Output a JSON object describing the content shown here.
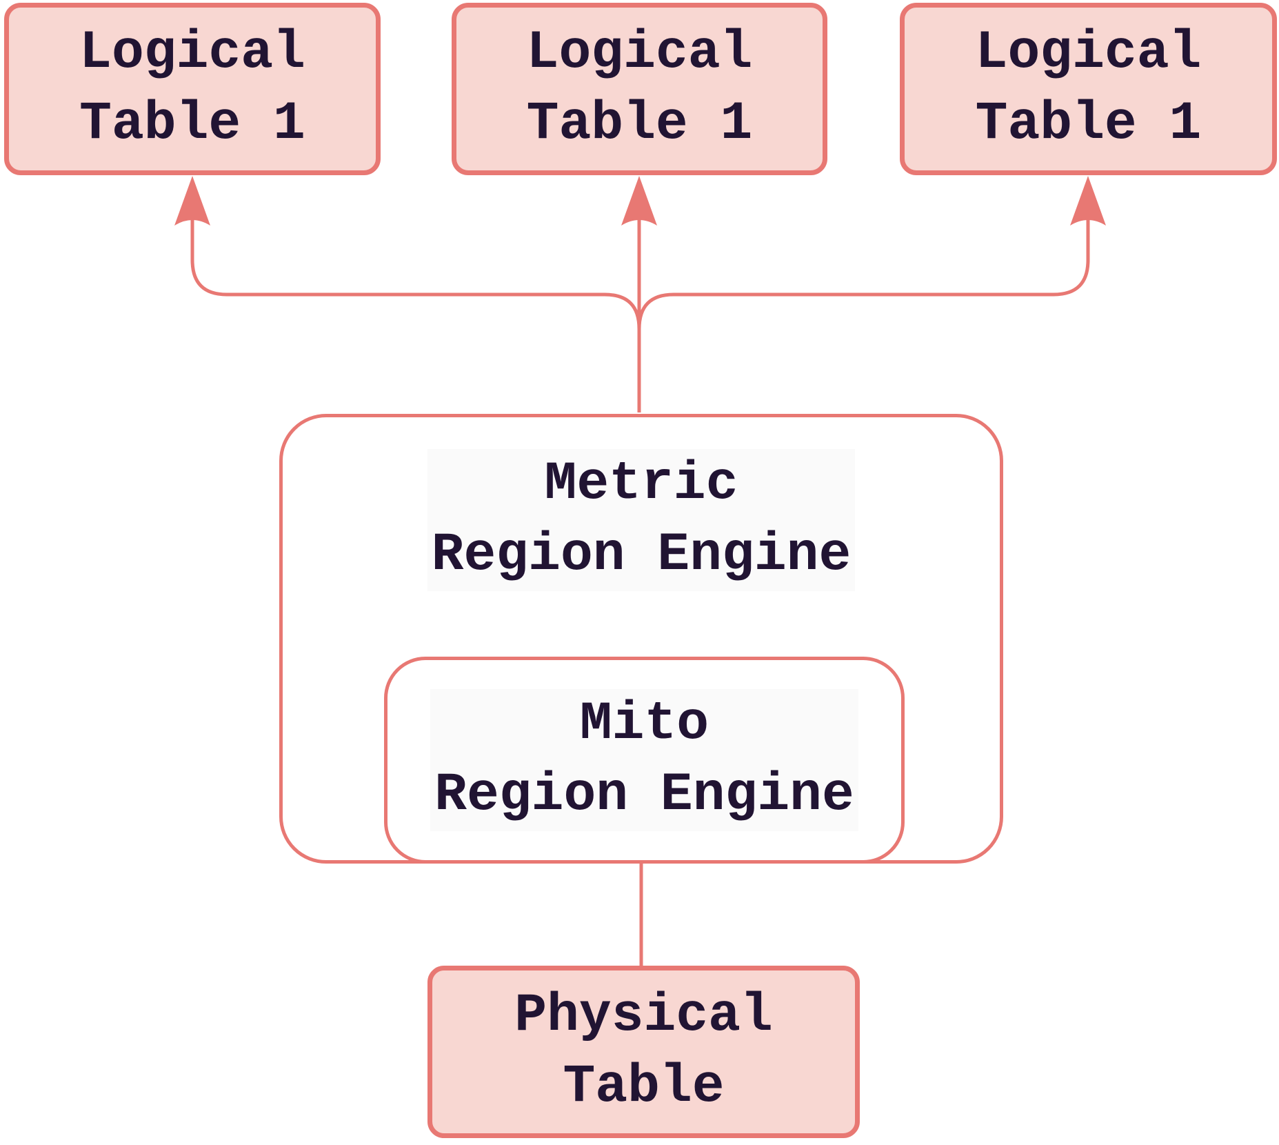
{
  "diagram": {
    "title": "Region engine table mapping diagram",
    "colors": {
      "background": "#ffffff",
      "accent": "#e87873",
      "node_fill": "#f8d7d2",
      "engine_fill": "#ffffff",
      "text": "#211433"
    },
    "nodes": {
      "logical_left": {
        "label": "Logical\nTable 1"
      },
      "logical_middle": {
        "label": "Logical\nTable 1"
      },
      "logical_right": {
        "label": "Logical\nTable 1"
      },
      "metric_engine": {
        "label": "Metric\nRegion Engine"
      },
      "mito_engine": {
        "label": "Mito\nRegion Engine"
      },
      "physical": {
        "label": "Physical\nTable"
      }
    },
    "edges": [
      {
        "from": "metric_engine",
        "to": "logical_left",
        "style": "arrow-up"
      },
      {
        "from": "metric_engine",
        "to": "logical_middle",
        "style": "arrow-up"
      },
      {
        "from": "metric_engine",
        "to": "logical_right",
        "style": "arrow-up"
      },
      {
        "from": "physical",
        "to": "mito_engine",
        "style": "arrow-up"
      }
    ]
  }
}
